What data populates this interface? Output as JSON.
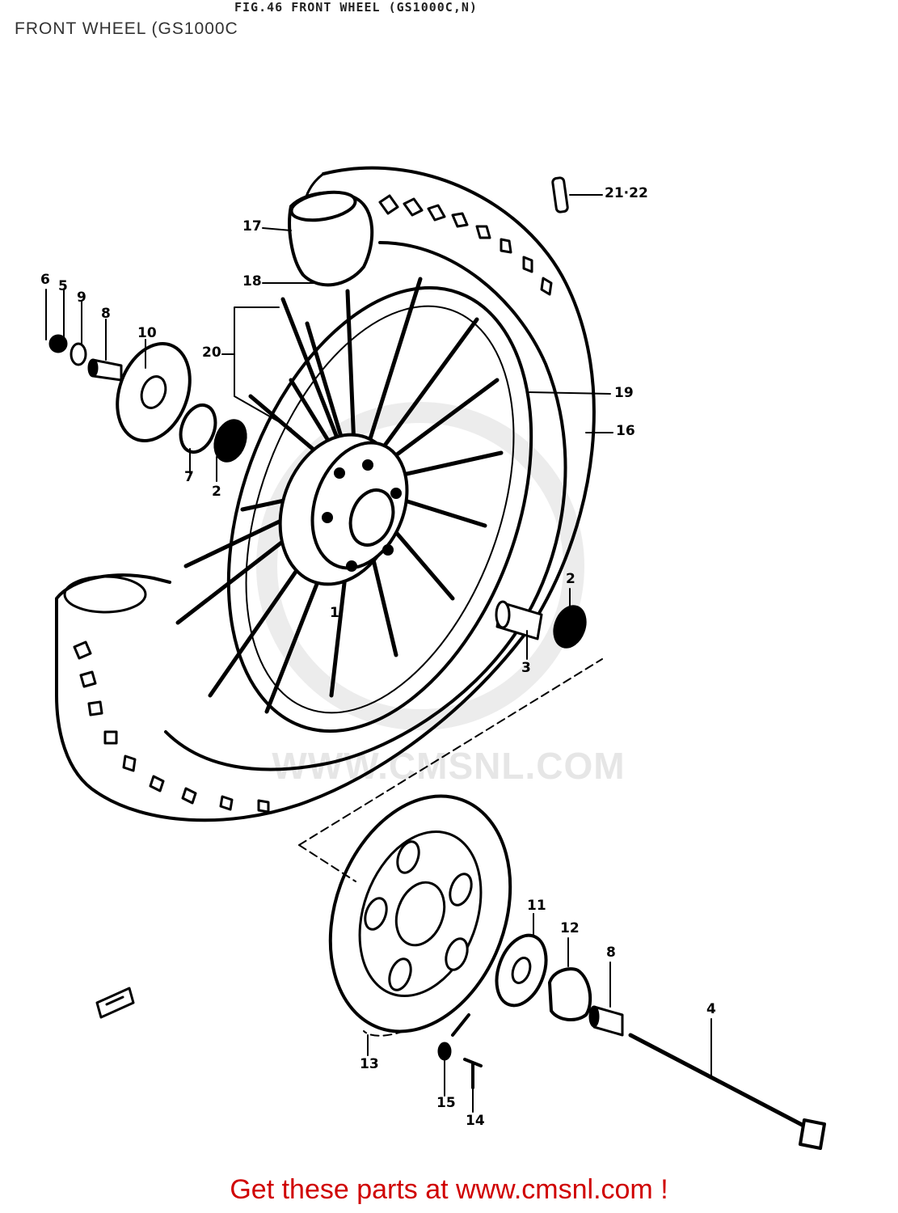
{
  "figure": {
    "header": "FIG.46 FRONT WHEEL (GS1000C,N)",
    "title": "FRONT WHEEL (GS1000C"
  },
  "watermark": "WWW.CMSNL.COM",
  "callouts": {
    "p_21_22": "21·22",
    "p_17": "17",
    "p_18": "18",
    "p_6": "6",
    "p_5": "5",
    "p_9": "9",
    "p_8_top": "8",
    "p_10": "10",
    "p_20": "20",
    "p_7": "7",
    "p_2_left": "2",
    "p_19": "19",
    "p_16": "16",
    "p_1": "1",
    "p_2_right": "2",
    "p_3": "3",
    "p_11": "11",
    "p_12": "12",
    "p_8_bottom": "8",
    "p_4": "4",
    "p_13": "13",
    "p_15": "15",
    "p_14": "14"
  },
  "cta": "Get these parts at www.cmsnl.com !",
  "colors": {
    "cta": "#d00000",
    "ink": "#000000",
    "watermark": "#e6e6e6"
  }
}
